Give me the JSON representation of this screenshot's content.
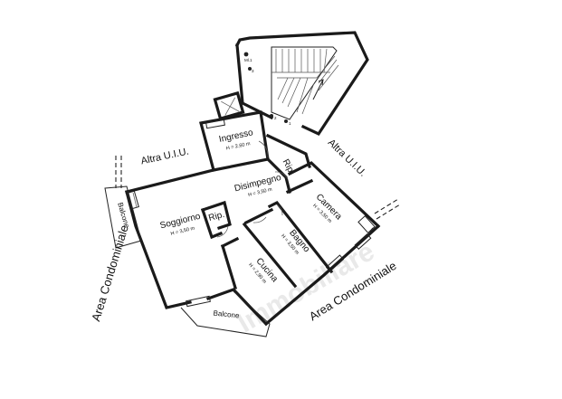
{
  "rooms": {
    "ingresso": {
      "name": "Ingresso",
      "height": "H = 2,60 m"
    },
    "disimpegno": {
      "name": "Disimpegno",
      "height": "H = 3,50 m"
    },
    "soggiorno": {
      "name": "Soggiorno",
      "height": "H = 3,50 m"
    },
    "camera": {
      "name": "Camera",
      "height": "H = 3,50 m"
    },
    "bagno": {
      "name": "Bagno",
      "height": "H = 3,50 m"
    },
    "cucina": {
      "name": "Cucina",
      "height": "H = 2,90 m"
    },
    "rip_top": {
      "name": "Rip."
    },
    "rip_mid": {
      "name": "Rip."
    },
    "balcone_left": {
      "name": "Balcone"
    },
    "balcone_bottom": {
      "name": "Balcone"
    }
  },
  "labels": {
    "altra_uiu_left": "Altra U.I.U.",
    "altra_uiu_right": "Altra U.I.U.",
    "area_left": "Area Condominiale",
    "area_bottom": "Area Condominiale"
  },
  "stair_marks": [
    "Ml.1",
    "3",
    "2",
    "1"
  ],
  "watermark": "Immobiliare"
}
